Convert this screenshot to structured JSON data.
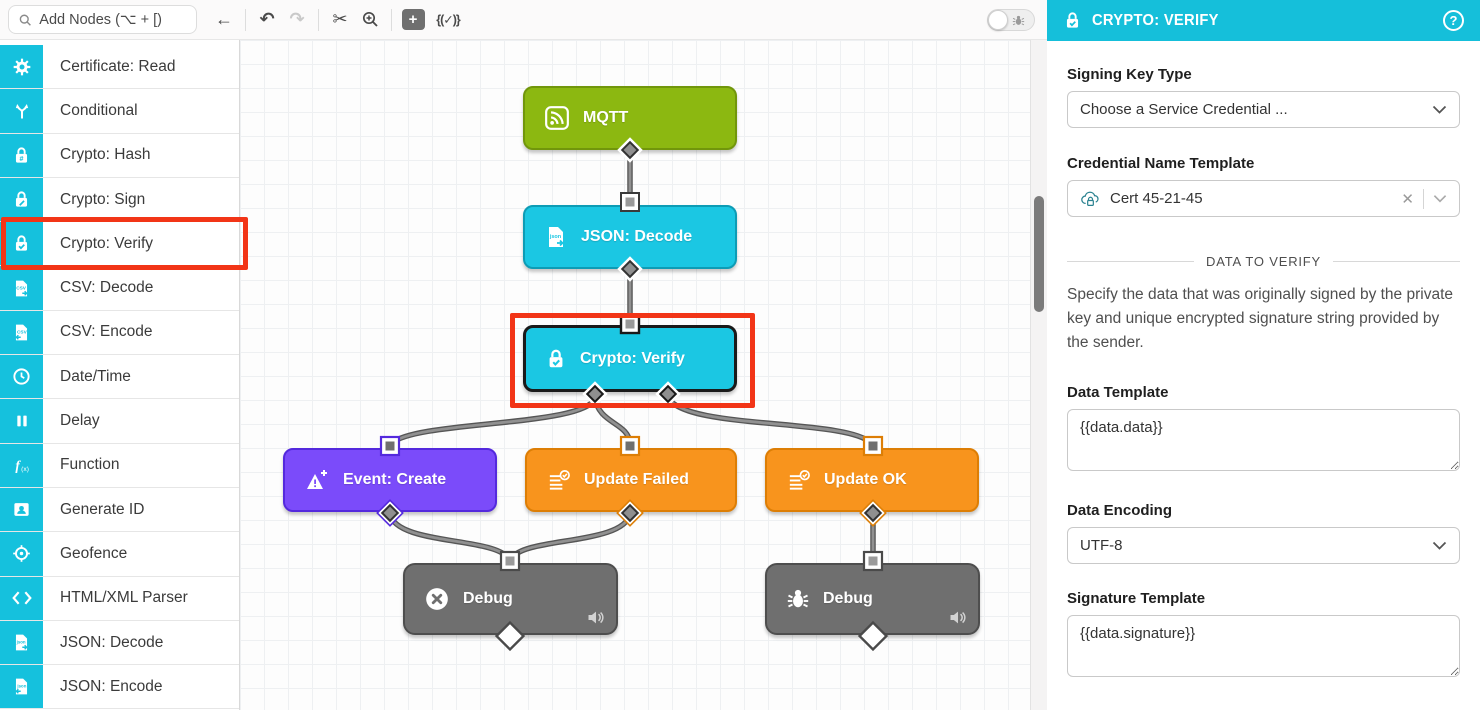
{
  "toolbar": {
    "search": {
      "placeholder": "Add Nodes (⌥ + [)"
    },
    "back_label": "←",
    "undo_label": "↶",
    "redo_label": "↷",
    "cut_label": "✂",
    "add_note_label": "+",
    "payload_label": "{(✓)}"
  },
  "sidebar": {
    "items": [
      {
        "label": "Certificate: Read",
        "icon": "certificate-read-icon"
      },
      {
        "label": "Conditional",
        "icon": "conditional-icon"
      },
      {
        "label": "Crypto: Hash",
        "icon": "lock-hash-icon"
      },
      {
        "label": "Crypto: Sign",
        "icon": "lock-pen-icon"
      },
      {
        "label": "Crypto: Verify",
        "icon": "lock-check-icon",
        "highlighted": true
      },
      {
        "label": "CSV: Decode",
        "icon": "csv-file-out-icon"
      },
      {
        "label": "CSV: Encode",
        "icon": "csv-file-in-icon"
      },
      {
        "label": "Date/Time",
        "icon": "clock-icon"
      },
      {
        "label": "Delay",
        "icon": "pause-icon"
      },
      {
        "label": "Function",
        "icon": "fx-icon"
      },
      {
        "label": "Generate ID",
        "icon": "id-card-icon"
      },
      {
        "label": "Geofence",
        "icon": "target-icon"
      },
      {
        "label": "HTML/XML Parser",
        "icon": "angle-brackets-icon"
      },
      {
        "label": "JSON: Decode",
        "icon": "json-file-out-icon"
      },
      {
        "label": "JSON: Encode",
        "icon": "json-file-in-icon"
      }
    ]
  },
  "canvas": {
    "nodes": [
      {
        "label": "MQTT",
        "color": "#8cb811",
        "icon": "mqtt-signal-icon"
      },
      {
        "label": "JSON: Decode",
        "color": "#1bc7e3",
        "icon": "json-file-icon"
      },
      {
        "label": "Crypto: Verify",
        "color": "#1bc7e3",
        "icon": "lock-check-icon",
        "selected": true
      },
      {
        "label": "Event: Create",
        "color": "#7b4bfa",
        "icon": "warning-plus-icon"
      },
      {
        "label": "Update Failed",
        "color": "#f8941d",
        "icon": "device-update-icon"
      },
      {
        "label": "Update OK",
        "color": "#f8941d",
        "icon": "device-update-icon"
      },
      {
        "label": "Debug",
        "color": "#6f6f6f",
        "icon": "circle-x-icon"
      },
      {
        "label": "Debug",
        "color": "#6f6f6f",
        "icon": "bug-icon"
      }
    ],
    "highlight_color": "#f23517"
  },
  "panel": {
    "title": "CRYPTO: VERIFY",
    "help_label": "?",
    "accent_color": "#15bfda",
    "signing_key_type": {
      "label": "Signing Key Type",
      "value": "Choose a Service Credential ..."
    },
    "credential_name": {
      "label": "Credential Name Template",
      "value": "Cert 45-21-45"
    },
    "section_title": "DATA TO VERIFY",
    "section_description": "Specify the data that was originally signed by the private key and unique encrypted signature string provided by the sender.",
    "data_template": {
      "label": "Data Template",
      "value": "{{data.data}}"
    },
    "data_encoding": {
      "label": "Data Encoding",
      "value": "UTF-8"
    },
    "signature_template": {
      "label": "Signature Template",
      "value": "{{data.signature}}"
    }
  }
}
